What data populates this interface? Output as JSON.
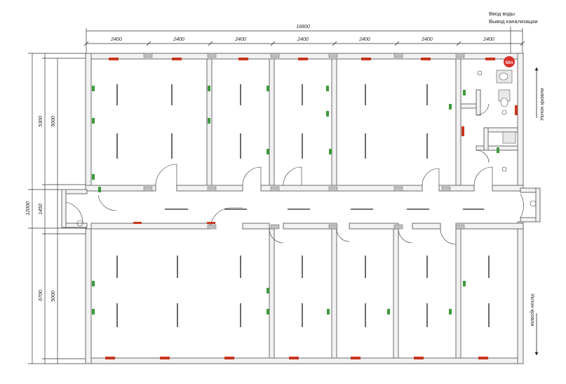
{
  "dimensions": {
    "top_total": "16800",
    "top_segments": [
      "2400",
      "2400",
      "2400",
      "2400",
      "2400",
      "2400",
      "2400"
    ],
    "left_total": "12000",
    "left_outer": [
      "5300",
      "1450",
      "6700"
    ],
    "left_inner": [
      "5000",
      "5000"
    ]
  },
  "notes": {
    "water_in": "Ввод воды",
    "sewer_out": "Вывод канализации",
    "slope_top": "Уклон кровли",
    "slope_bottom": "Уклон кровли",
    "boiler": "50л"
  },
  "colors": {
    "wall_fill": "#f2f2f2",
    "heater": "#c8361e",
    "plant": "#3b9b3b",
    "boiler": "#d9302a"
  }
}
